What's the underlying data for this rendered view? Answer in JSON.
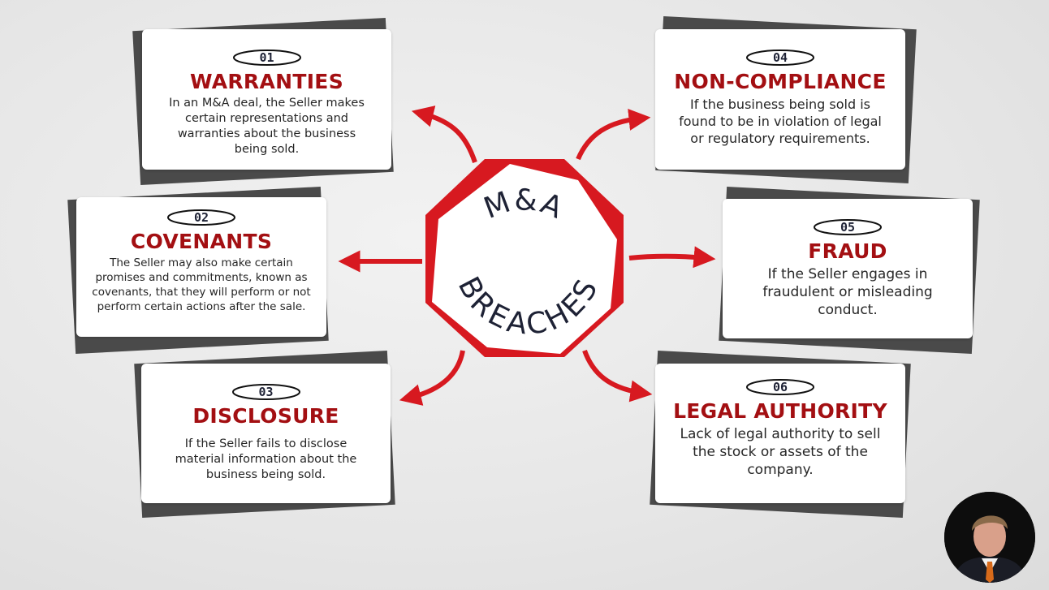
{
  "center": {
    "line1": "M&A",
    "line2": "BREACHES"
  },
  "cards": [
    {
      "number": "01",
      "title": "WARRANTIES",
      "description": "In an M&A deal, the Seller makes certain representations and warranties about the business being sold."
    },
    {
      "number": "02",
      "title": "COVENANTS",
      "description": "The Seller may also make certain promises and commitments, known as covenants, that they will perform or not perform certain actions after the sale."
    },
    {
      "number": "03",
      "title": "DISCLOSURE",
      "description": "If the Seller fails to disclose material information about the business being sold."
    },
    {
      "number": "04",
      "title": "NON-COMPLIANCE",
      "description": "If the business being sold is found to be in violation of legal or regulatory requirements."
    },
    {
      "number": "05",
      "title": "FRAUD",
      "description": "If the Seller engages in fraudulent or misleading conduct."
    },
    {
      "number": "06",
      "title": "LEGAL AUTHORITY",
      "description": "Lack of legal authority to sell the stock or assets of the company."
    }
  ],
  "colors": {
    "accent": "#a30f12",
    "arrow": "#d71920",
    "text_dark": "#1e2235"
  }
}
